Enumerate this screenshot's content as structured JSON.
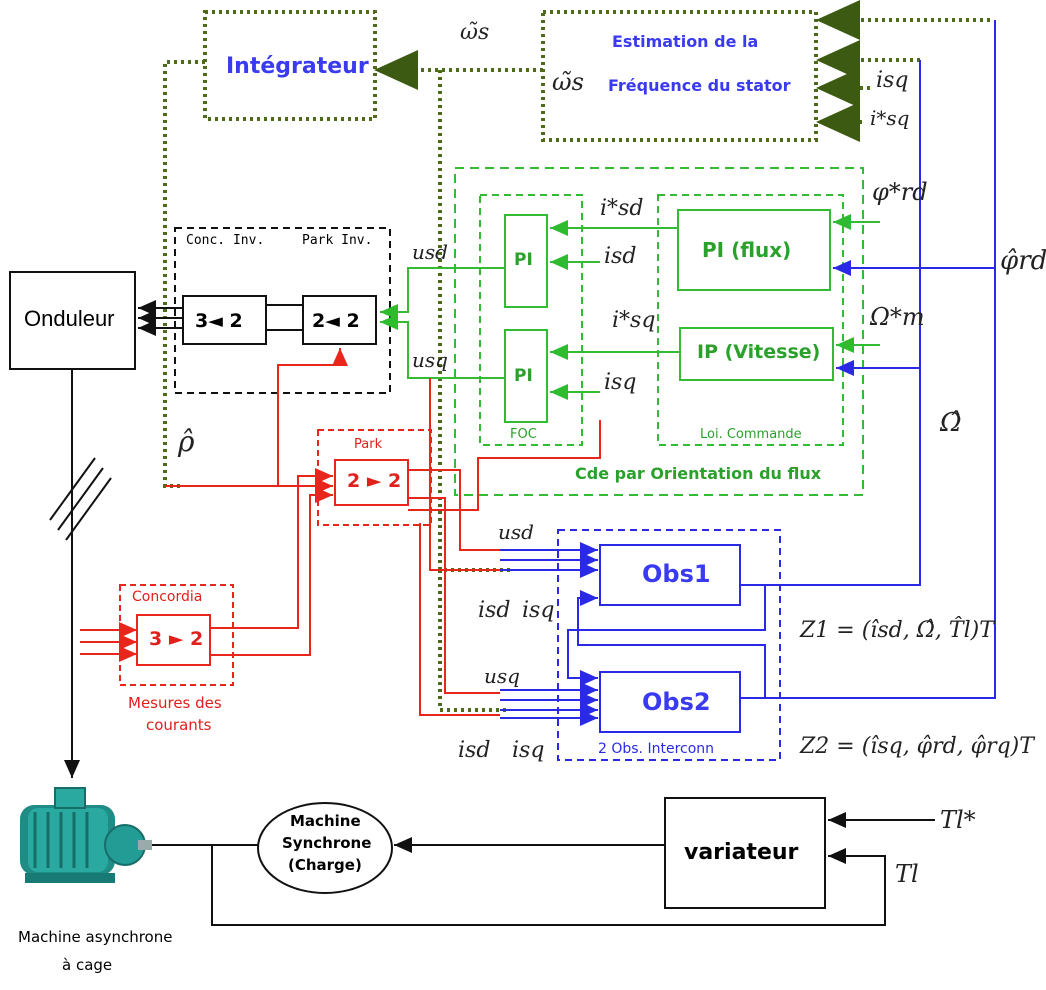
{
  "colors": {
    "blue": "#2a2ae6",
    "green": "#33bb33",
    "red": "#e8261c",
    "olive": "#4d6b1a",
    "black": "#111111"
  },
  "blocks": {
    "integrateur": "Intégrateur",
    "estimation_line1": "Estimation de la",
    "estimation_line2": "Fréquence du stator",
    "onduleur": "Onduleur",
    "conc_inv": "Conc. Inv.",
    "park_inv": "Park Inv.",
    "b32_inv": "3◄ 2",
    "b22_inv": "2◄ 2",
    "pi1": "PI",
    "pi2": "PI",
    "foc": "FOC",
    "pi_flux": "PI (flux)",
    "ip_vitesse": "IP (Vitesse)",
    "loi_commande": "Loi. Commande",
    "cde_orientation": "Cde par Orientation du flux",
    "park": "Park",
    "b22_park": "2 ► 2",
    "concordia": "Concordia",
    "b32_conc": "3 ► 2",
    "mesures_line1": "Mesures des",
    "mesures_line2": "courants",
    "obs1": "Obs1",
    "obs2": "Obs2",
    "obs_interconn": "2 Obs. Interconn",
    "machine_sync_line1": "Machine",
    "machine_sync_line2": "Synchrone",
    "machine_sync_line3": "(Charge)",
    "variateur": "variateur",
    "machine_async_line1": "Machine asynchrone",
    "machine_async_line2": "à cage"
  },
  "signals": {
    "omega_s_top": "ω̃s",
    "omega_s_left": "ω̃s",
    "isq_est": "isq",
    "isq_star_est": "i*sq",
    "isd_star": "i*sd",
    "isd_pi": "isd",
    "isq_star": "i*sq",
    "isq_pi": "isq",
    "phi_rd_star": "φ*rd",
    "omega_m_star": "Ω*m",
    "phi_rd_hat": "φ̂rd",
    "omega_hat": "Ω̂",
    "usd_pinv": "usd",
    "usq_pinv": "usq",
    "rho_hat": "ρ̂",
    "usd_obs": "usd",
    "isd_obs1": "isd",
    "isq_obs1": "isq",
    "usq_obs": "usq",
    "isd_obs2": "isd",
    "isq_obs2": "isq",
    "z1": "Z1 = (îsd, Ω̂, T̂l)T",
    "z2": "Z2 = (îsq, φ̂rd, φ̂rq)T",
    "tl_star": "Tl*",
    "tl": "Tl"
  }
}
